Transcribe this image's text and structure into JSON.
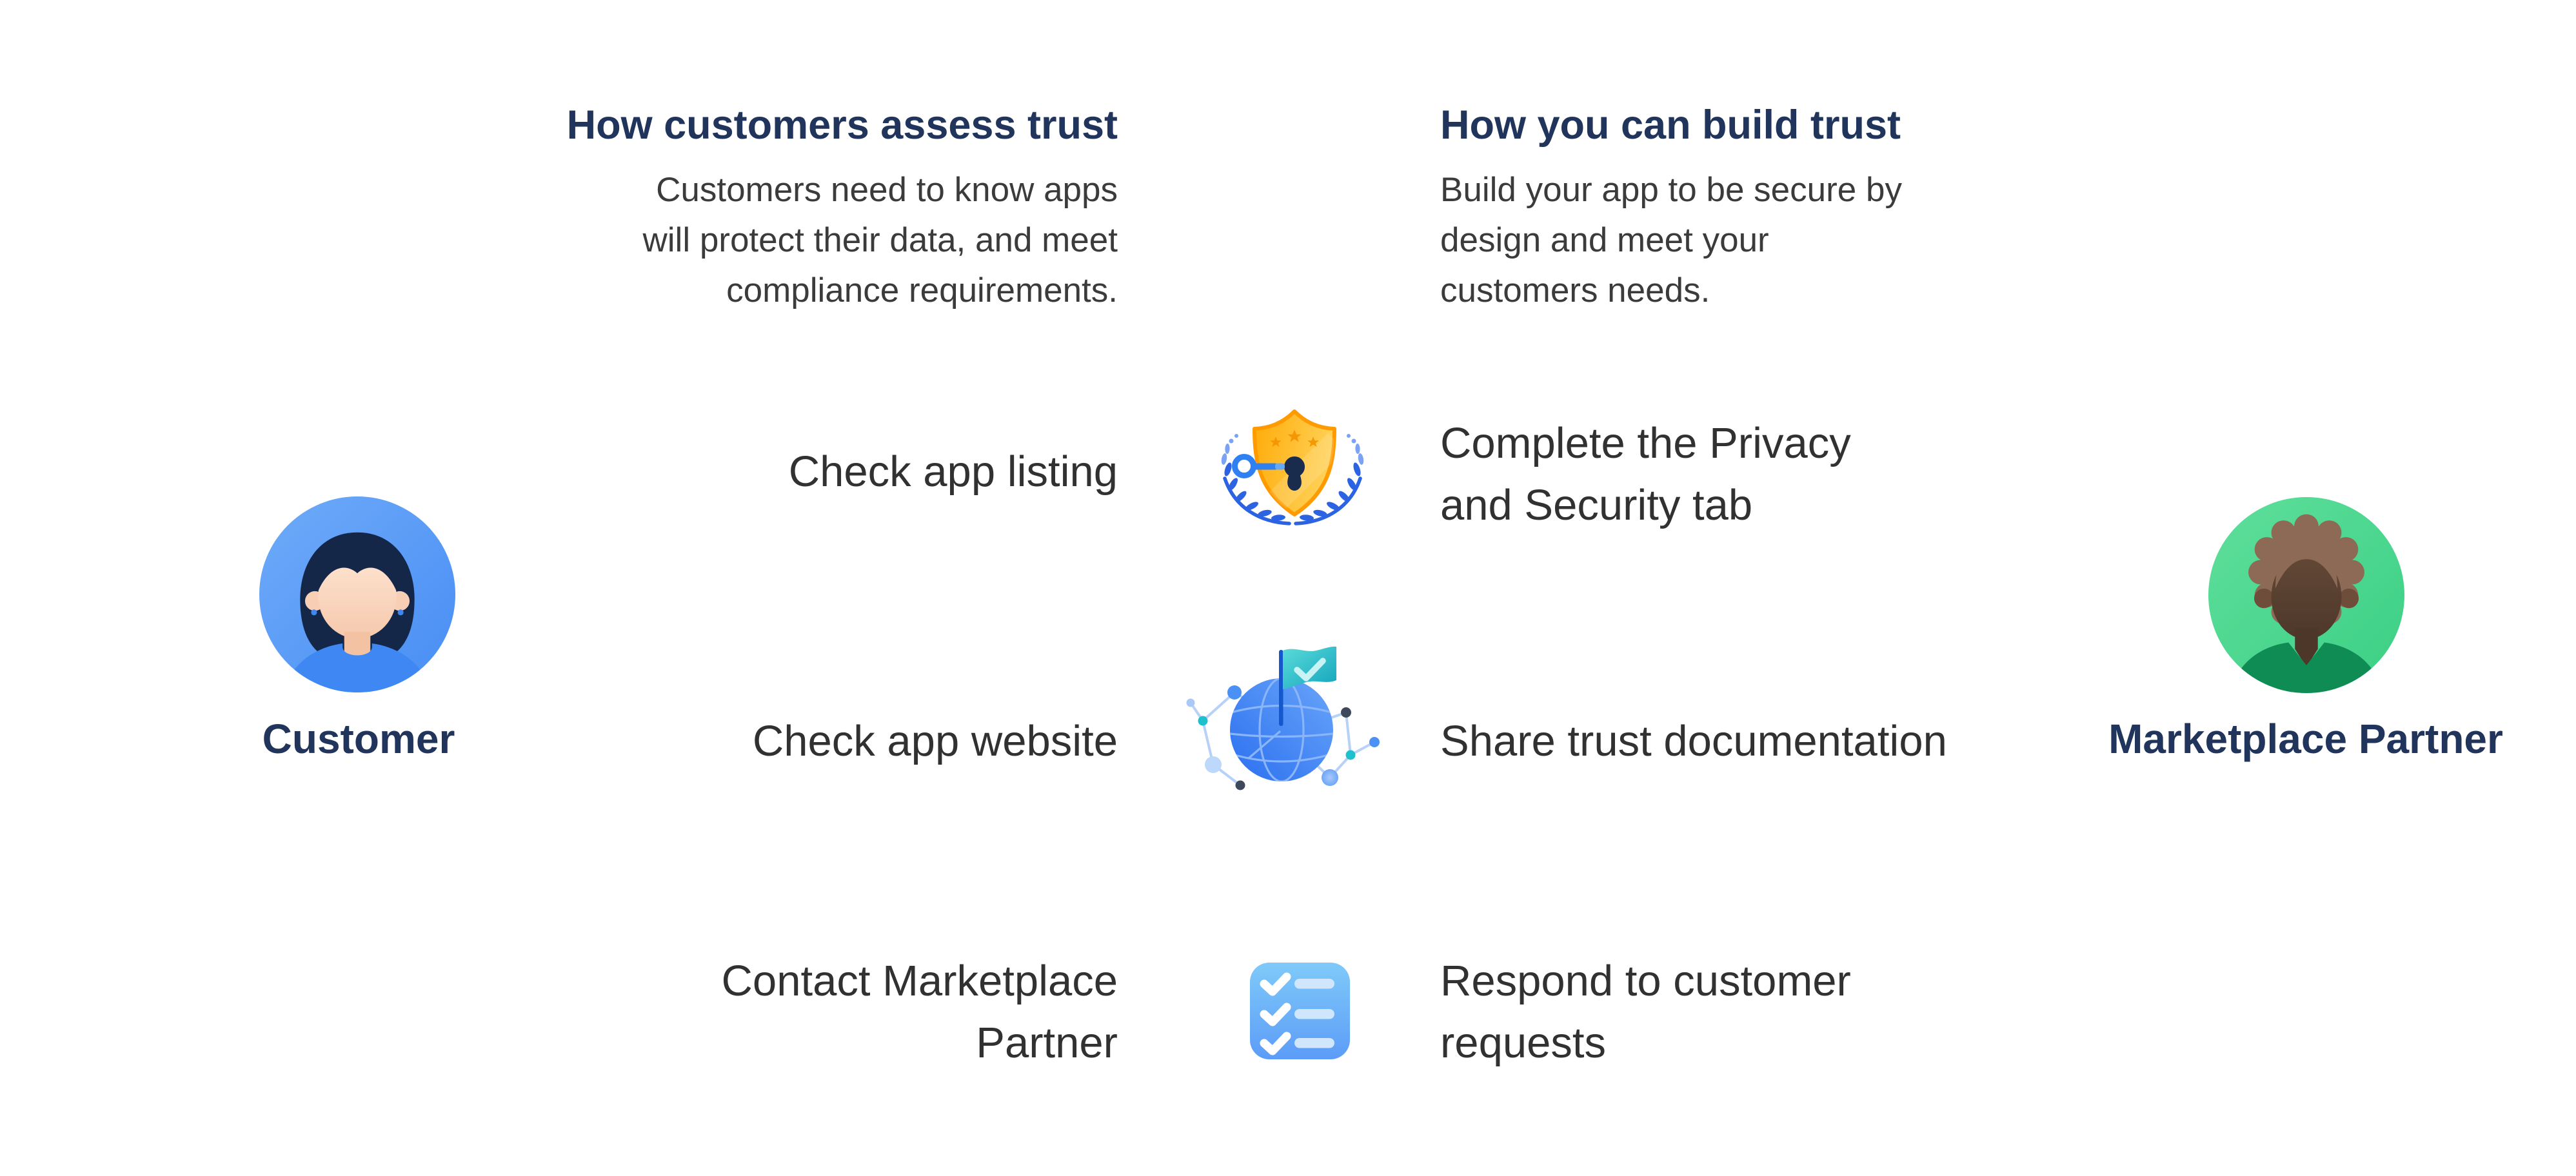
{
  "diagram": {
    "columns": {
      "customer": {
        "heading": "How customers assess trust",
        "description": "Customers need to know apps\nwill protect their data, and meet\ncompliance requirements."
      },
      "partner": {
        "heading": "How you can build trust",
        "description": "Build your app to be secure by\ndesign and meet your\ncustomers needs."
      }
    },
    "rows": [
      {
        "customer_action": "Check app listing",
        "icon": "shield-key-laurel-icon",
        "partner_action": "Complete the Privacy\nand Security tab"
      },
      {
        "customer_action": "Check app website",
        "icon": "globe-flag-network-icon",
        "partner_action": "Share trust documentation"
      },
      {
        "customer_action": "Contact Marketplace\nPartner",
        "icon": "checklist-icon",
        "partner_action": "Respond to customer\nrequests"
      }
    ],
    "actors": {
      "customer": {
        "label": "Customer"
      },
      "partner": {
        "label": "Marketplace Partner"
      }
    },
    "colors": {
      "heading_navy": "#21355c",
      "body_text": "#3b3b3b",
      "customer_circle_blue": "#5b9df8",
      "customer_shirt_blue": "#3f88f3",
      "partner_circle_green": "#4cd892",
      "partner_shirt_green": "#0f8c54",
      "shield_gold": "#ffb70f",
      "shield_rim_orange": "#ff9b00",
      "laurel_blue": "#2c63e2",
      "key_blue": "#2f80f2",
      "globe_blue": "#3b82f6",
      "flag_teal": "#25c0c9",
      "checklist_blue": "#6ab3f8",
      "background": "#ffffff"
    }
  }
}
